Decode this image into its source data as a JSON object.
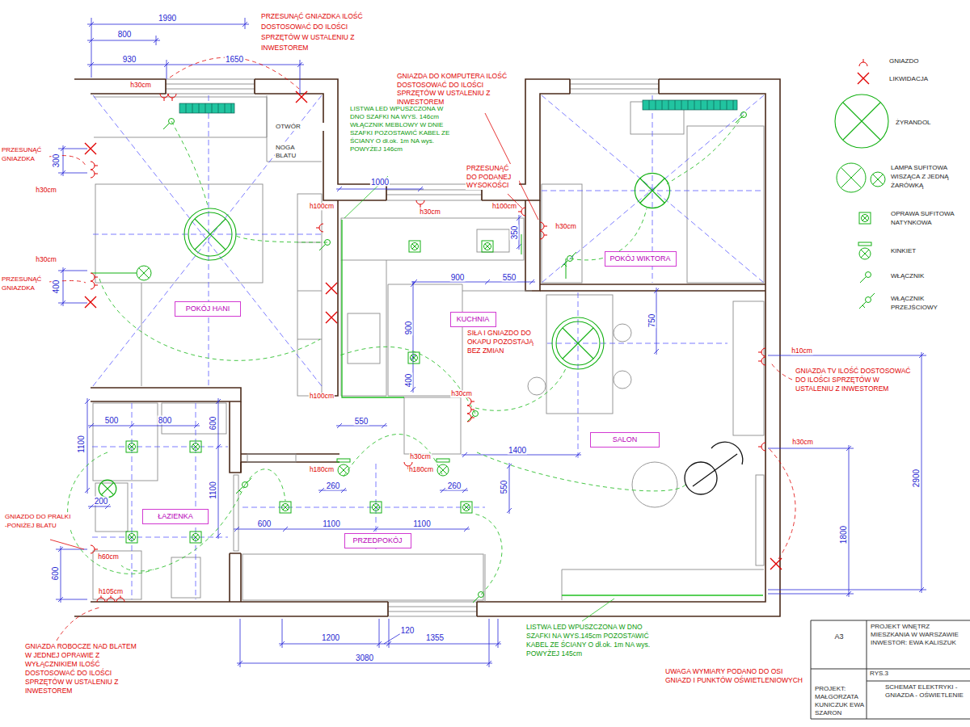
{
  "diagram": {
    "nodes": [
      {
        "text": [
          "POKÓJ WIKTORA"
        ]
      },
      {
        "text": [
          "POKÓJ HANI"
        ]
      },
      {
        "text": [
          "KUCHNIA"
        ]
      },
      {
        "text": [
          "SALON"
        ]
      },
      {
        "text": [
          "ŁAZIENKA"
        ]
      },
      {
        "text": [
          "PRZEDPOKÓJ"
        ]
      }
    ],
    "labels": [
      "1990",
      "800",
      "930",
      "1650",
      "PRZESUNĄĆ GNIAZDKA ILOŚĆ DOSTOSOWAĆ DO ILOŚCI SPRZĘTÓW W USTALENIU Z INWESTOREM",
      "h30cm",
      "OTWÓR",
      "NOGA BLATU",
      "PRZESUNĄĆ GNIAZDKA",
      "300",
      "h30cm",
      "h30cm",
      "PRZESUNĄĆ GNIAZDKA",
      "400",
      "LISTWA LED WPUSZCZONA W DNO SZAFKI NA WYS. 146cm WŁĄCZNIK MEBLOWY W DNIE SZAFKI POZOSTAWIĆ KABEL ZE ŚCIANY O dł.ok. 1m NA wys. POWYŻEJ 146cm",
      "GNIAZDA DO KOMPUTERA ILOŚĆ DOSTOSOWAĆ DO ILOŚCI SPRZĘTÓW W USTALENIU Z INWESTOREM",
      "PRZESUNĄĆ DO PODANEJ WYSOKOŚCI",
      "1000",
      "h100cm",
      "h30cm",
      "h100cm",
      "h30cm",
      "350",
      "900",
      "550",
      "900",
      "SIŁA I GNIAZDO DO OKAPU POZOSTAJĄ BEZ ZMIAN",
      "750",
      "h10cm",
      "GNIAZDA TV ILOŚĆ DOSTOSOWAĆ DO ILOŚCI SPRZĘTÓW W USTALENIU Z INWESTOREM",
      "400",
      "h100cm",
      "h30cm",
      "550",
      "h30cm",
      "1400",
      "h30cm",
      "2900",
      "h180cm",
      "h180cm",
      "260",
      "260",
      "550",
      "1800",
      "500",
      "800",
      "600",
      "1100",
      "1100",
      "200",
      "GNIAZDO DO PRALKI -PONIŻEJ BLATU",
      "600",
      "1100",
      "1100",
      "h60cm",
      "600",
      "h105cm",
      "120",
      "1200",
      "1355",
      "3080",
      "GNIAZDA ROBOCZE NAD BLATEM W JEDNEJ OPRAWIE Z WYŁĄCZNIKIEM ILOŚĆ DOSTOSOWAĆ DO ILOŚCI SPRZĘTÓW W USTALENIU Z INWESTOREM",
      "LISTWA LED WPUSZCZONA W DNO SZAFKI NA WYS.145cm POZOSTAWIĆ KABEL ZE ŚCIANY O dł.ok. 1m NA wys. POWYŻEJ 145cm",
      "UWAGA WYMIARY PODANO DO OSI GNIAZD I PUNKTÓW OŚWIETLENIOWYCH",
      "A3",
      "PROJEKT WNĘTRZ MIESZKANIA W WARSZAWIE INWESTOR: EWA KALISZUK",
      "RYS.3",
      "SCHEMAT ELEKTRYKI - GNIAZDA - OŚWIETLENIE",
      "PROJEKT: MAŁGORZATA KUNICZUK EWA SZARON"
    ],
    "legend": [
      {
        "text": "GNIAZDO"
      },
      {
        "text": "LIKWIDACJA"
      },
      {
        "text": "ŻYRANDOL"
      },
      {
        "text": "LAMPA SUFITOWA WISZĄCA Z JEDNĄ ŻARÓWKĄ"
      },
      {
        "text": "OPRAWA SUFITOWA NATYNKOWA"
      },
      {
        "text": "KINKIET"
      },
      {
        "text": "WŁĄCZNIK"
      },
      {
        "text": "WŁĄCZNIK PRZEJŚCIOWY"
      }
    ]
  }
}
